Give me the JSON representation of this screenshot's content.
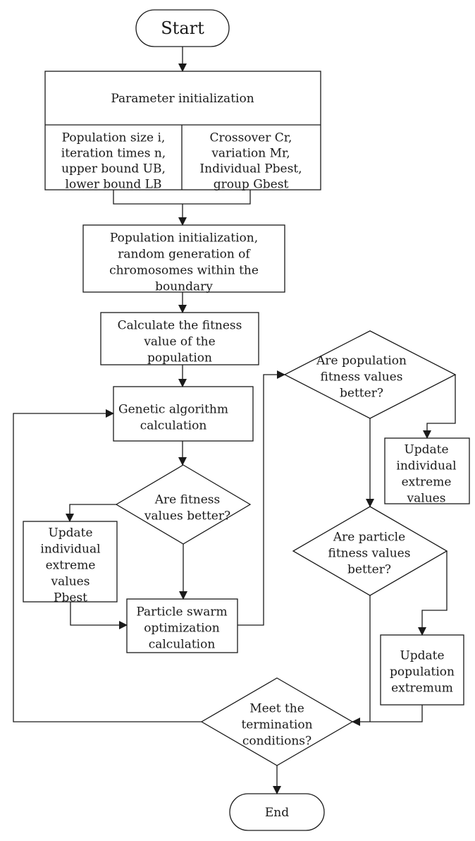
{
  "nodes": {
    "start": "Start",
    "param_init": "Parameter initialization",
    "param_left": [
      "Population size i,",
      "iteration times n,",
      "upper bound UB,",
      "lower bound LB"
    ],
    "param_right": [
      "Crossover  Cr,",
      "variation  Mr,",
      "Individual Pbest,",
      "group Gbest"
    ],
    "pop_init": [
      "Population initialization,",
      "random generation of",
      "chromosomes within the",
      "boundary"
    ],
    "calc_fitness": [
      "Calculate the fitness",
      "value of the",
      "population"
    ],
    "genetic": [
      "Genetic algorithm",
      "calculation"
    ],
    "fitness_better": [
      "Are fitness",
      "values better?"
    ],
    "update_pbest": [
      "Update",
      "individual",
      "extreme",
      "values",
      "Pbest"
    ],
    "pso": [
      "Particle swarm",
      "optimization",
      "calculation"
    ],
    "pop_fitness_better": [
      "Are population",
      "fitness values",
      "better?"
    ],
    "update_individual": [
      "Update",
      "individual",
      "extreme",
      "values"
    ],
    "particle_better": [
      "Are particle",
      "fitness values",
      "better?"
    ],
    "update_population": [
      "Update",
      "population",
      "extremum"
    ],
    "termination": [
      "Meet the",
      "termination",
      "conditions?"
    ],
    "end": "End"
  }
}
